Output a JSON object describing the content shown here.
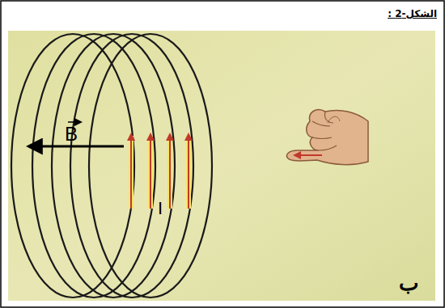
{
  "diagram": {
    "title": "الشكل-2 :",
    "labels": [
      "B",
      "I",
      "ب"
    ]
  }
}
